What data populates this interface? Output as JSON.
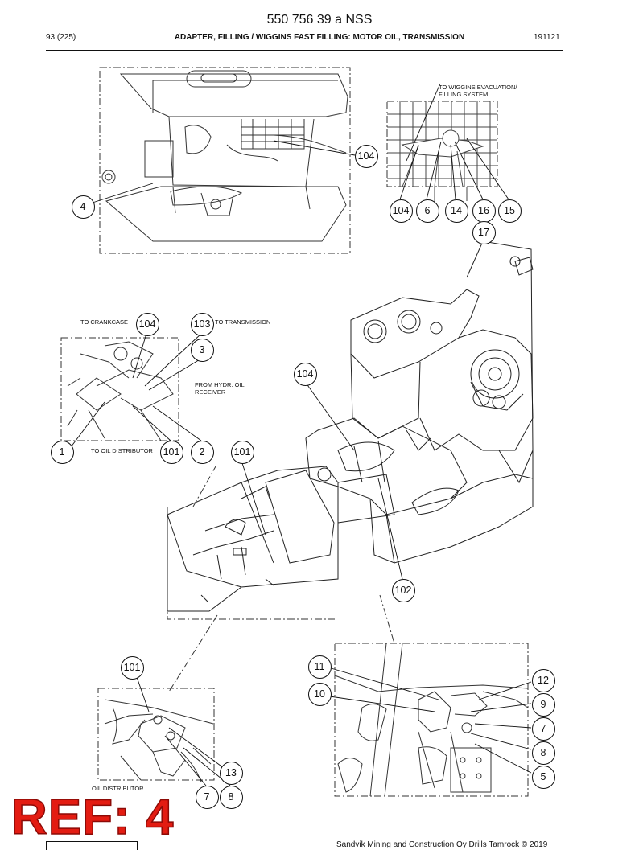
{
  "header": {
    "doc_number": "550 756 39 a NSS",
    "page": "93 (225)",
    "title": "ADAPTER, FILLING / WIGGINS FAST FILLING: MOTOR OIL, TRANSMISSION",
    "date": "191121"
  },
  "notes": {
    "wiggins": "TO WIGGINS EVACUATION/ FILLING SYSTEM",
    "crankcase": "TO CRANKCASE",
    "transmission": "TO TRANSMISSION",
    "hydr": "FROM HYDR. OIL RECEIVER",
    "distributor": "TO OIL DISTRIBUTOR",
    "oil_distributor": "OIL DISTRIBUTOR"
  },
  "callouts": {
    "c104a": "104",
    "c4": "4",
    "c104b": "104",
    "c6": "6",
    "c14": "14",
    "c16": "16",
    "c15": "15",
    "c17": "17",
    "c104c": "104",
    "c103": "103",
    "c3": "3",
    "c104d": "104",
    "c1": "1",
    "c101a": "101",
    "c2": "2",
    "c101b": "101",
    "c102": "102",
    "c101c": "101",
    "c13": "13",
    "c7a": "7",
    "c8a": "8",
    "c11": "11",
    "c10": "10",
    "c12": "12",
    "c9": "9",
    "c7b": "7",
    "c8b": "8",
    "c5": "5"
  },
  "stamp": "REF: 4",
  "footer": "Sandvik Mining and Construction Oy Drills Tamrock © 2019"
}
